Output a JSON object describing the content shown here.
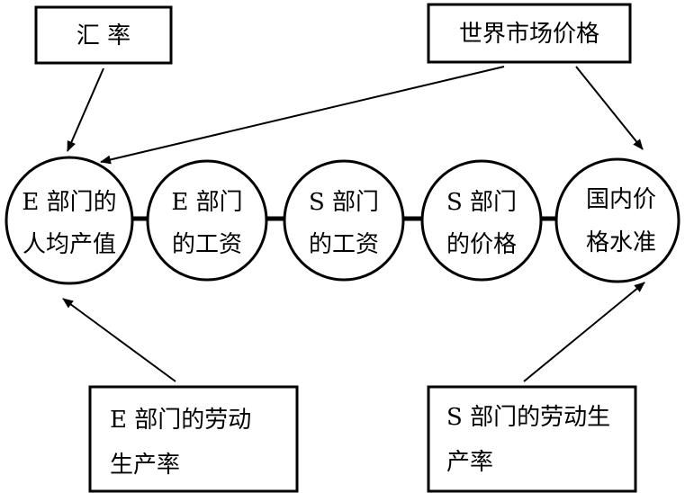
{
  "top_boxes": {
    "exchange_rate": "汇  率",
    "world_price": "世界市场价格"
  },
  "nodes": [
    {
      "line1": "E 部门的",
      "line2": "人均产值"
    },
    {
      "line1": "E 部门",
      "line2": "的工资"
    },
    {
      "line1": "S 部门",
      "line2": "的工资"
    },
    {
      "line1": "S 部门",
      "line2": "的价格"
    },
    {
      "line1": "国内价",
      "line2": "格水准"
    }
  ],
  "bottom_boxes": {
    "e_productivity": {
      "line1": "E 部门的劳动",
      "line2": "生产率"
    },
    "s_productivity": {
      "line1": "S 部门的劳动生",
      "line2": "产率"
    }
  }
}
